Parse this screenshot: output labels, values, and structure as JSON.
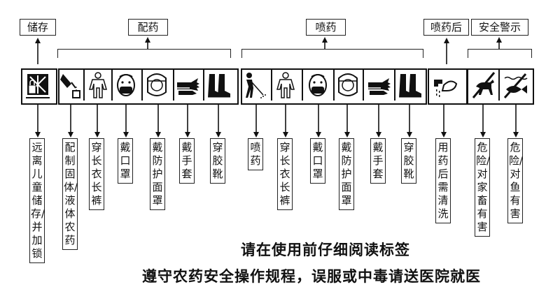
{
  "headers": {
    "storage": "储存",
    "mixing": "配药",
    "spraying": "喷药",
    "after_spraying": "喷药后",
    "safety_warning": "安全警示"
  },
  "labels": {
    "storage_note": "远离儿童储存/并加锁",
    "mix_solid_liquid": "配制固体/液体农药",
    "mix_wear_clothes": "穿长衣长裤",
    "mix_wear_mask": "戴口罩",
    "mix_wear_face_shield": "戴防护面罩",
    "mix_wear_gloves": "戴手套",
    "mix_wear_boots": "穿胶靴",
    "spray": "喷药",
    "spray_wear_clothes": "穿长衣长裤",
    "spray_wear_mask": "戴口罩",
    "spray_wear_face_shield": "戴防护面罩",
    "spray_wear_gloves": "戴手套",
    "spray_wear_boots": "穿胶靴",
    "after_wash": "用药后需清洗",
    "danger_livestock": "危险/对家畜有害",
    "danger_fish": "危险/对鱼有害"
  },
  "notice": {
    "line1": "请在使用前仔细阅读标签",
    "line2": "遵守农药安全操作规程，误服或中毒请送医院就医"
  },
  "icons": [
    "locked-storage-icon",
    "pouring-pesticide-icon",
    "coverall-icon",
    "mask-icon",
    "face-shield-icon",
    "gloves-icon",
    "boots-icon",
    "sprayer-person-icon",
    "coverall-icon",
    "mask-icon",
    "face-shield-icon",
    "gloves-icon",
    "boots-icon",
    "hand-washing-icon",
    "livestock-danger-icon",
    "fish-danger-icon"
  ]
}
